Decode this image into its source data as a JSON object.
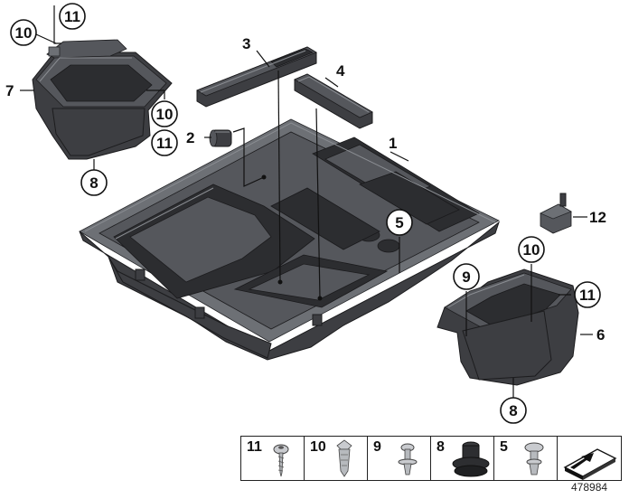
{
  "callouts": {
    "p1": "1",
    "p2": "2",
    "p3": "3",
    "p4": "4",
    "p5": "5",
    "p6": "6",
    "p7": "7",
    "p8a": "8",
    "p8b": "8",
    "p9": "9",
    "p10a": "10",
    "p10b": "10",
    "p10c": "10",
    "p11a": "11",
    "p11b": "11",
    "p11c": "11",
    "p12": "12"
  },
  "legend": {
    "items": [
      {
        "num": "11",
        "icon": "screw-icon"
      },
      {
        "num": "10",
        "icon": "expanding-rivet-icon"
      },
      {
        "num": "9",
        "icon": "push-clip-icon"
      },
      {
        "num": "8",
        "icon": "rubber-buffer-icon"
      },
      {
        "num": "5",
        "icon": "expanding-clip-icon"
      }
    ],
    "last_icon": "floor-panel-icon"
  },
  "reference": "478984"
}
